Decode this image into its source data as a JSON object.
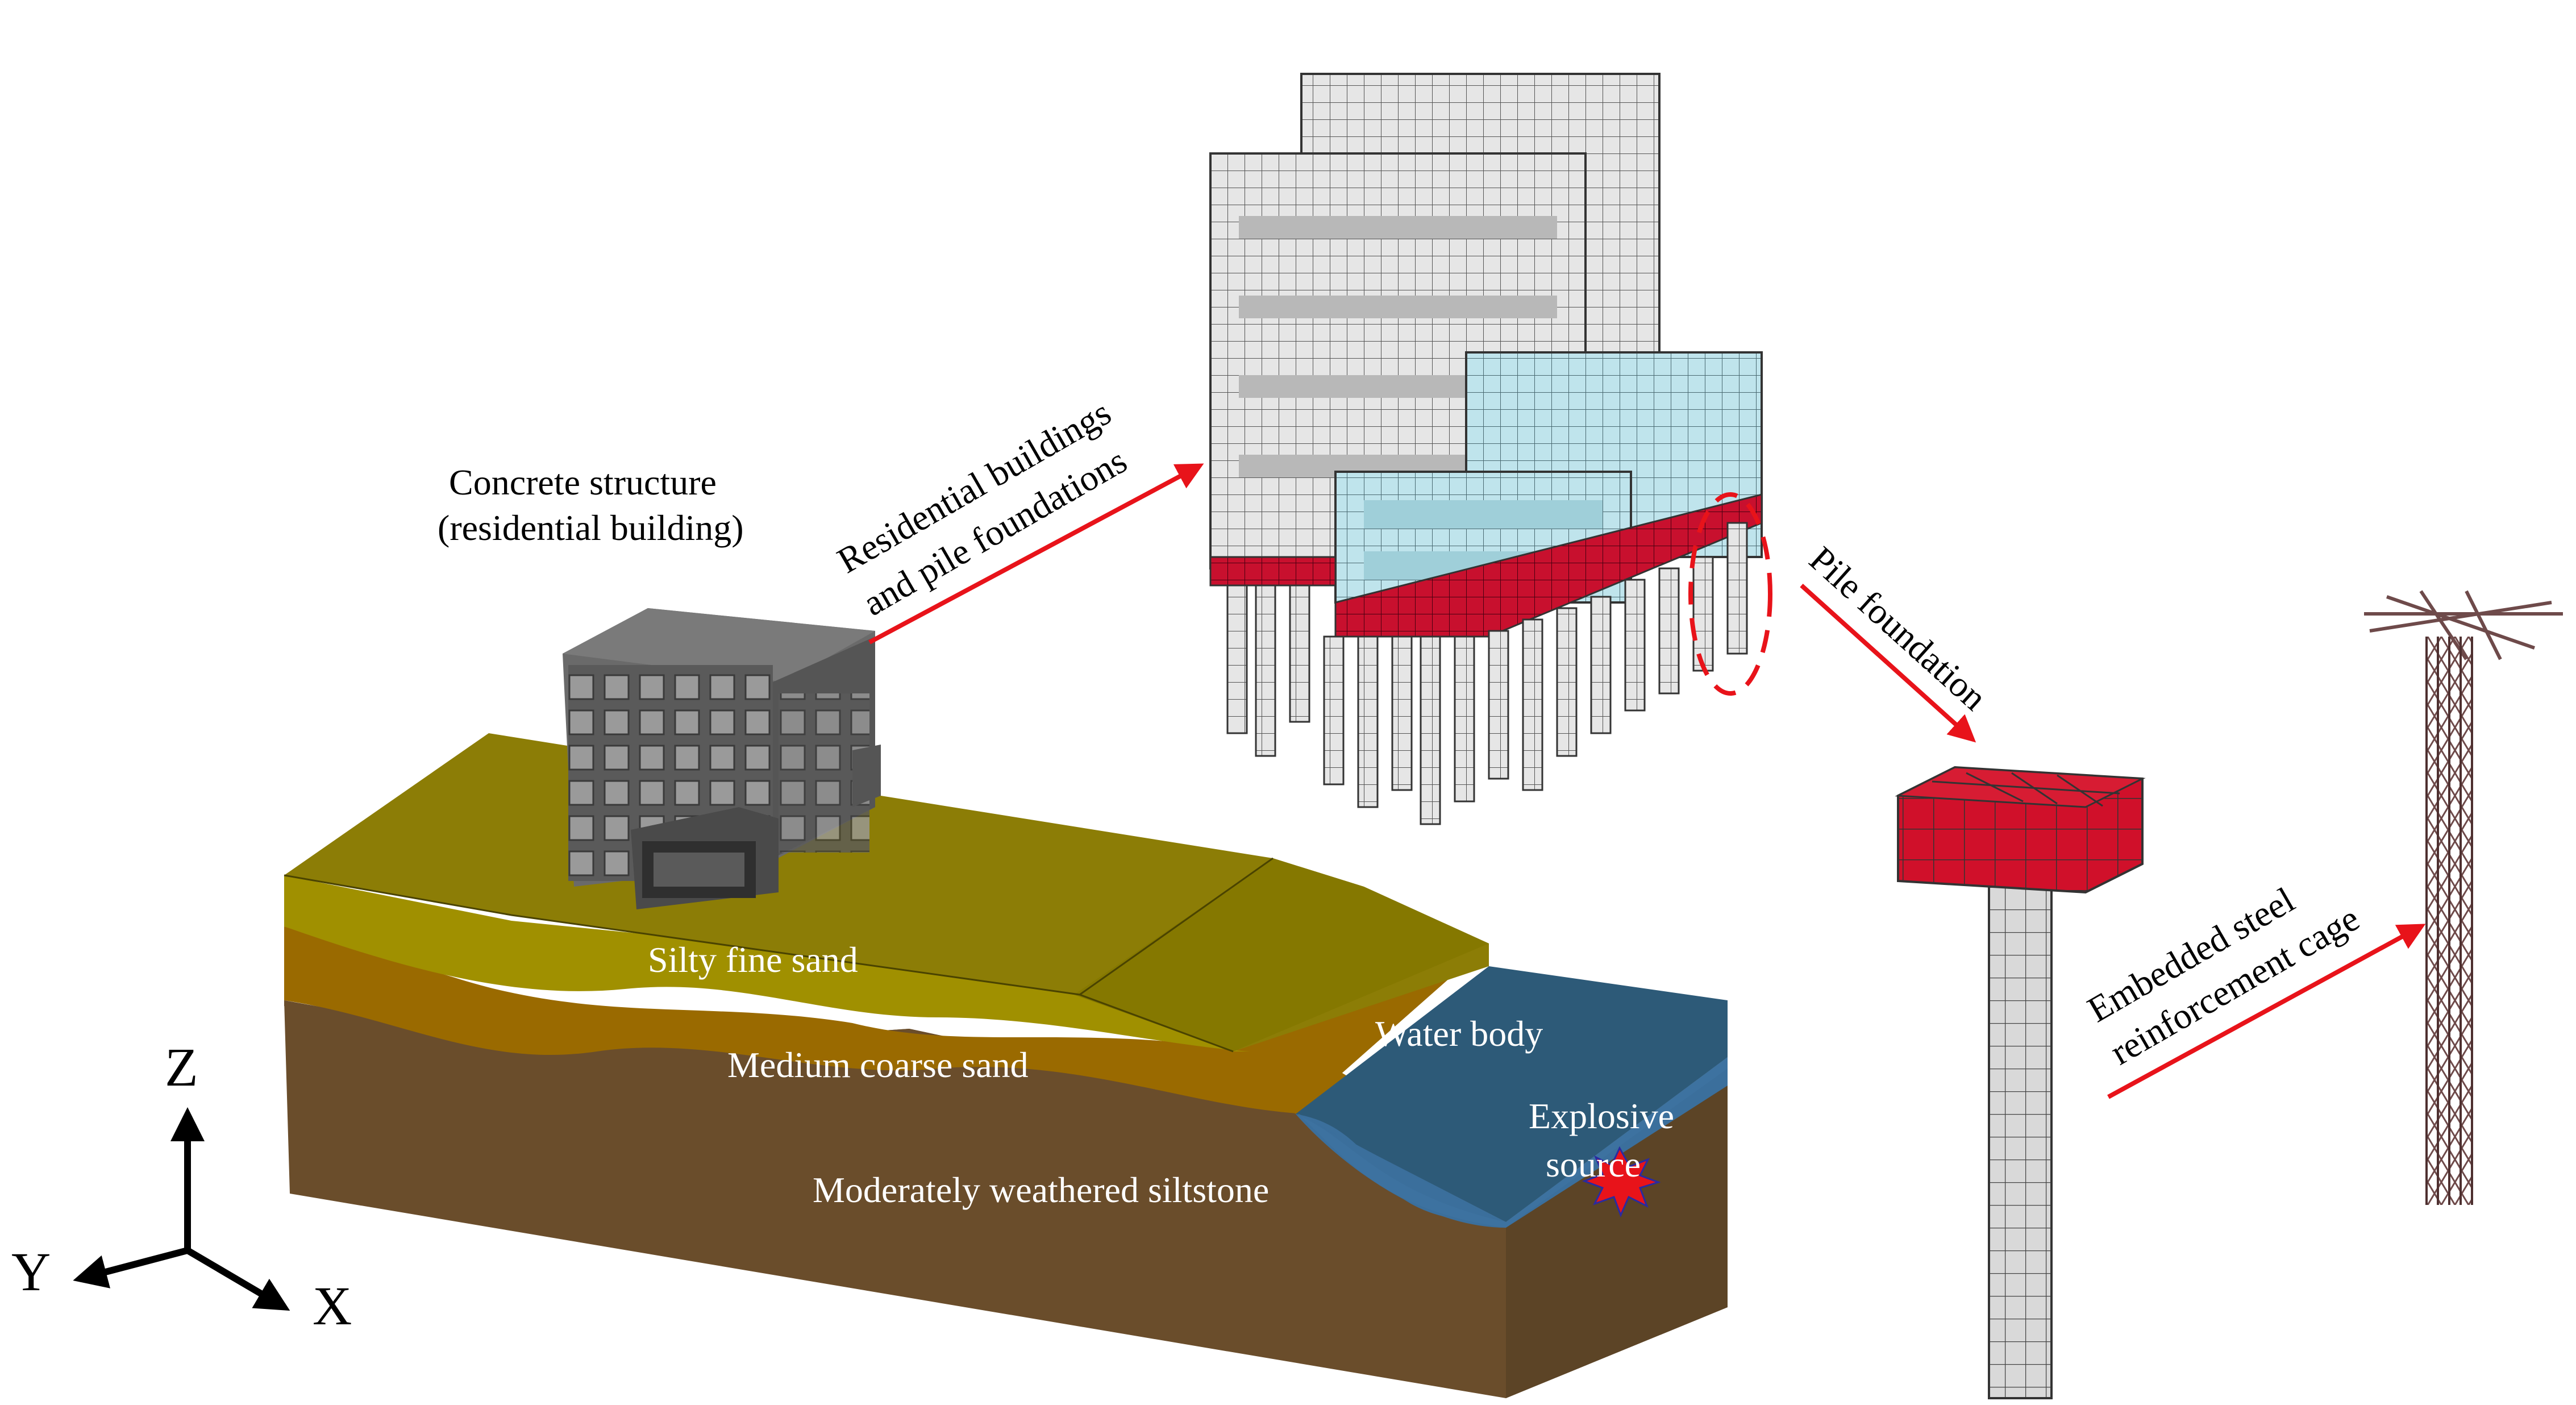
{
  "labels": {
    "concrete_line1": "Concrete structure",
    "concrete_line2": "(residential building)",
    "arrow1_line1": "Residential buildings",
    "arrow1_line2": "and pile foundations",
    "pile_foundation": "Pile foundation",
    "cage_line1": "Embedded steel",
    "cage_line2": "reinforcement cage",
    "silty": "Silty fine sand",
    "medium": "Medium coarse sand",
    "moderately": "Moderately weathered siltstone",
    "water": "Water body",
    "explosive_line1": "Explosive",
    "explosive_line2": "source"
  },
  "axes": {
    "z": "Z",
    "y": "Y",
    "x": "X"
  },
  "colors": {
    "arrow": "#e8131a",
    "pile_cap": "#c8102e",
    "mesh_grey": "#e6e6e6",
    "mesh_blue": "#bfe4ec",
    "sand_top": "#8c7d06",
    "sand_side": "#9e8e00",
    "medium_sand": "#9a6a00",
    "siltstone": "#6b4f2c",
    "water_top": "#2d5a78",
    "water_side": "#3b6f9c",
    "building_dark": "#5c5c5c",
    "rebar": "#6e4a4a"
  }
}
